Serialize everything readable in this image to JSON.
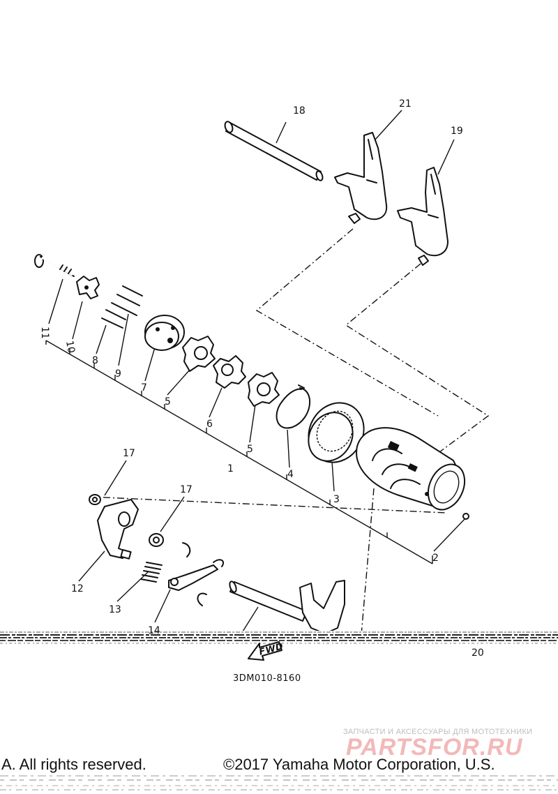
{
  "diagram": {
    "callouts": {
      "c1": "1",
      "c2": "2",
      "c3": "3",
      "c4": "4",
      "c5a": "5",
      "c5b": "5",
      "c6": "6",
      "c7": "7",
      "c8": "8",
      "c9": "9",
      "c10": "10",
      "c11": "11",
      "c12": "12",
      "c13": "13",
      "c14": "14",
      "c17a": "17",
      "c17b": "17",
      "c18": "18",
      "c19": "19",
      "c20": "20",
      "c21": "21"
    },
    "drawing_code": "3DM010-8160",
    "fwd_mark": "FWD"
  },
  "footer": {
    "left_text": "A. All rights reserved.",
    "right_text": "©2017 Yamaha Motor Corporation, U.S."
  },
  "watermark": {
    "tagline": "ЗАПЧАСТИ И АКСЕССУАРЫ ДЛЯ МОТОТЕХНИКИ",
    "logo": "PARTSFOR.RU"
  },
  "colors": {
    "ink": "#111111",
    "watermark_logo": "#f2b9b9",
    "watermark_text": "#bdbdbd",
    "background": "#ffffff"
  }
}
